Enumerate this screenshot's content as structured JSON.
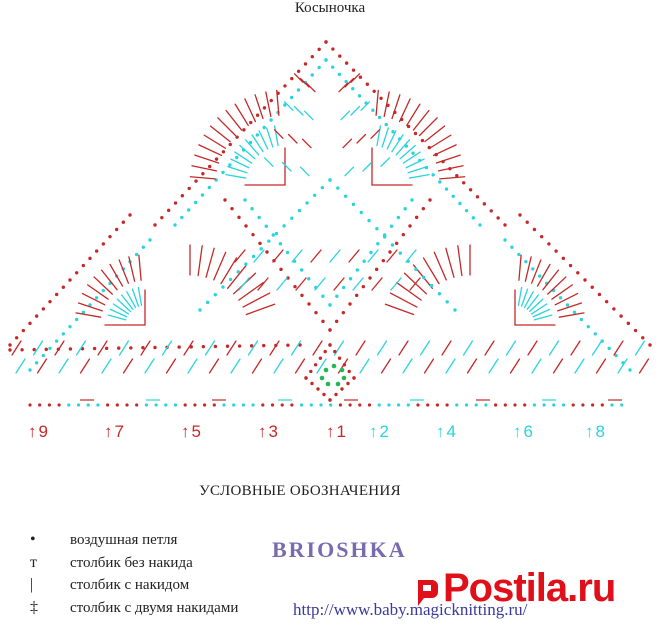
{
  "title": "Косыночка",
  "colors": {
    "red": "#c62828",
    "cyan": "#2ad4de",
    "green": "#1db954",
    "text": "#222222",
    "brand": "#7a6ab0",
    "url": "#3a3a9a",
    "logo": "#e0101a"
  },
  "row_numbers": [
    {
      "label": "9",
      "color": "red"
    },
    {
      "label": "7",
      "color": "red"
    },
    {
      "label": "5",
      "color": "red"
    },
    {
      "label": "3",
      "color": "red"
    },
    {
      "label": "1",
      "color": "red"
    },
    {
      "label": "2",
      "color": "cyan"
    },
    {
      "label": "4",
      "color": "cyan"
    },
    {
      "label": "6",
      "color": "cyan"
    },
    {
      "label": "8",
      "color": "cyan"
    }
  ],
  "legend": {
    "title": "УСЛОВНЫЕ ОБОЗНАЧЕНИЯ",
    "items": [
      {
        "symbol": "•",
        "label": "воздушная петля"
      },
      {
        "symbol": "т",
        "label": "столбик без накида"
      },
      {
        "symbol": "|",
        "label": "столбик с накидом"
      },
      {
        "symbol": "‡",
        "label": "столбик с двумя накидами"
      }
    ]
  },
  "watermark": {
    "brand": "BRIOSHKA",
    "url": "http://www.baby.magicknitting.ru/",
    "logo": "Postila.ru"
  }
}
